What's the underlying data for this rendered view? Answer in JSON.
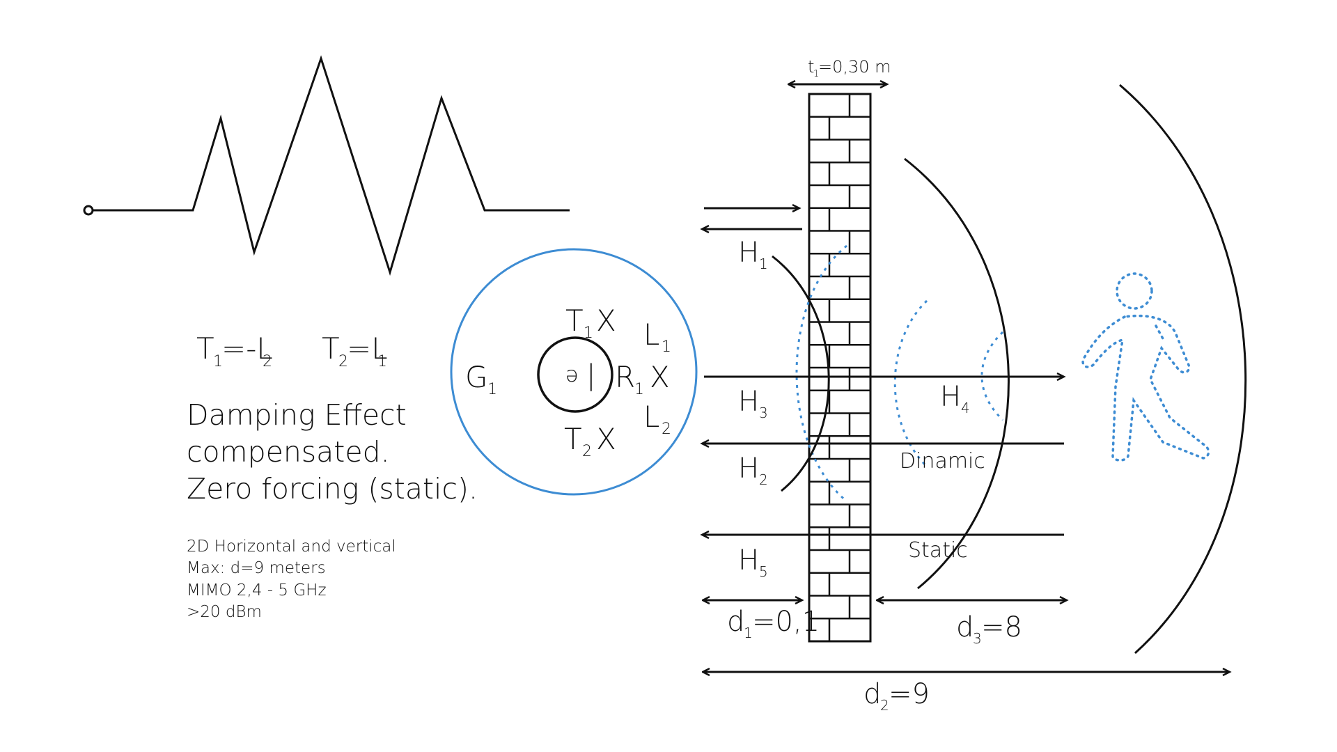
{
  "colors": {
    "ink": "#111111",
    "accent_blue": "#3d8cd3",
    "background": "#ffffff"
  },
  "waveform": {
    "description_icon": "zigzag-signal-icon"
  },
  "equations": {
    "t1": {
      "base": "T",
      "sub": "1",
      "rest": "=-L",
      "rest_sub": "2"
    },
    "t2": {
      "base": "T",
      "sub": "2",
      "rest": "=L",
      "rest_sub": "1"
    }
  },
  "headline": {
    "line1": "Damping Effect",
    "line2": "compensated.",
    "line3": "Zero forcing (static)."
  },
  "specs": {
    "line1": "2D Horizontal and vertical",
    "line2": "Max: d=9 meters",
    "line3": "MIMO 2,4 - 5 GHz",
    "line4": ">20 dBm"
  },
  "device": {
    "g1": {
      "base": "G",
      "sub": "1"
    },
    "t1": {
      "base": "T",
      "sub": "1",
      "mark": "X"
    },
    "t2": {
      "base": "T",
      "sub": "2",
      "mark": "X"
    },
    "r1": {
      "base": "R",
      "sub": "1",
      "mark": "X"
    },
    "l1": {
      "base": "L",
      "sub": "1"
    },
    "l2": {
      "base": "L",
      "sub": "2"
    },
    "center_symbol": "ə",
    "center_bar": "|"
  },
  "wall": {
    "thickness": {
      "base": "t",
      "sub": "1",
      "rest": "=0,30 m"
    }
  },
  "channels": {
    "h1": {
      "base": "H",
      "sub": "1"
    },
    "h2": {
      "base": "H",
      "sub": "2"
    },
    "h3": {
      "base": "H",
      "sub": "3"
    },
    "h4": {
      "base": "H",
      "sub": "4"
    },
    "h5": {
      "base": "H",
      "sub": "5"
    },
    "dynamic_label": "Dinamic",
    "static_label": "Static"
  },
  "distances": {
    "d1": {
      "base": "d",
      "sub": "1",
      "rest": "=0,1"
    },
    "d2": {
      "base": "d",
      "sub": "2",
      "rest": "=9"
    },
    "d3": {
      "base": "d",
      "sub": "3",
      "rest": "=8"
    }
  }
}
